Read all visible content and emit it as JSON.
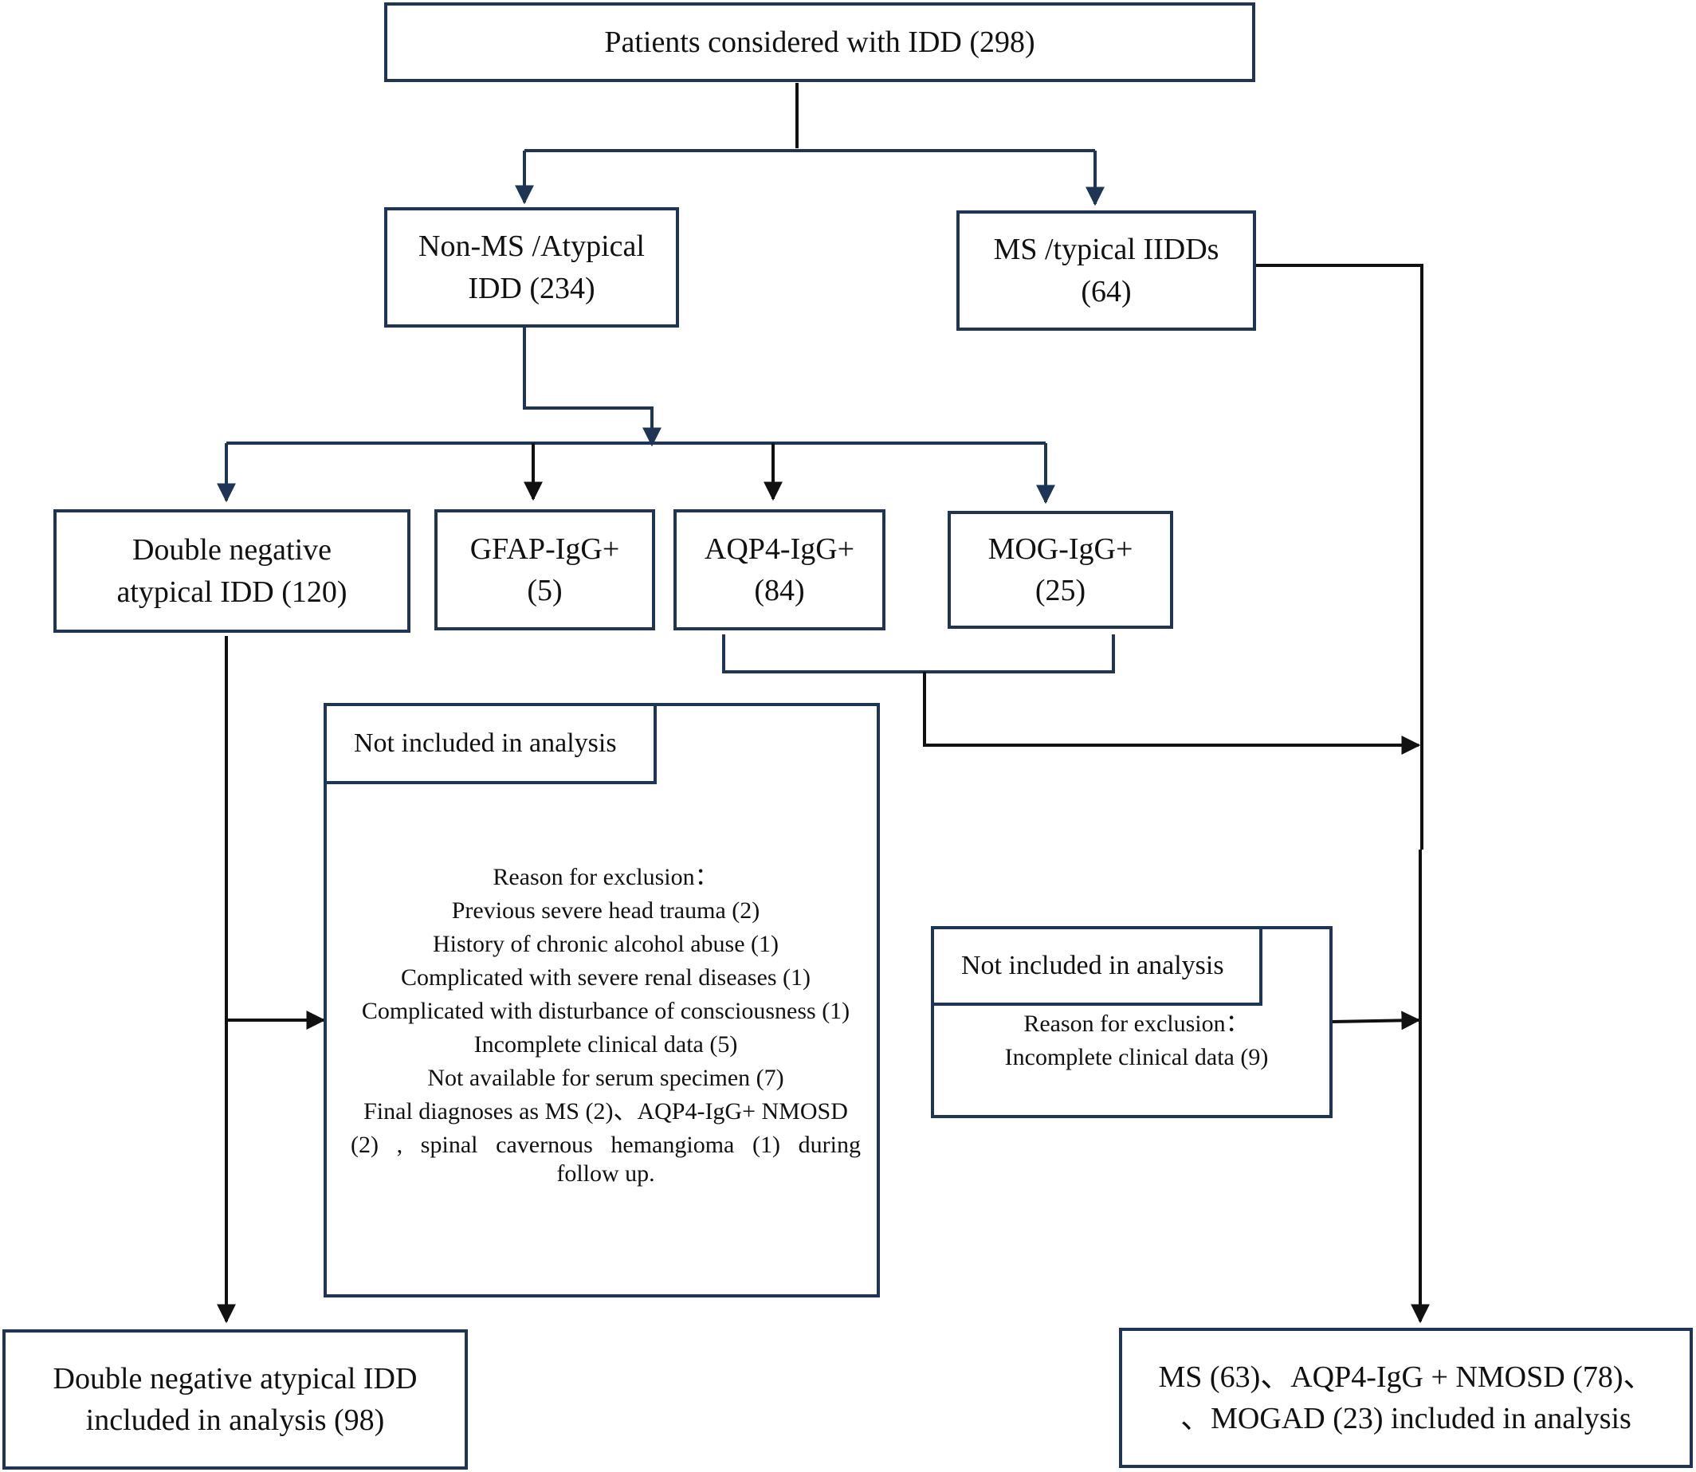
{
  "colors": {
    "box_border": "#1f3556",
    "arrow": "#111111",
    "arrow_dark_blue": "#1f3556"
  },
  "top": {
    "label": "Patients considered with IDD (298)"
  },
  "non_ms": {
    "line1": "Non-MS /Atypical",
    "line2": "IDD (234)"
  },
  "ms": {
    "line1": "MS /typical IIDDs",
    "line2": "(64)"
  },
  "double_negative": {
    "line1": "Double negative",
    "line2": "atypical IDD (120)"
  },
  "gfap": {
    "line1": "GFAP-IgG+",
    "line2": "(5)"
  },
  "aqp4": {
    "line1": "AQP4-IgG+",
    "line2": "(84)"
  },
  "mog": {
    "line1": "MOG-IgG+",
    "line2": "(25)"
  },
  "exclusion_left": {
    "header": "Not included in analysis",
    "reasons": [
      "Reason for exclusion：",
      "Previous severe head trauma (2)",
      "History of chronic alcohol abuse (1)",
      "Complicated with severe renal diseases (1)",
      "Complicated with disturbance of consciousness (1)",
      "Incomplete clinical data (5)",
      "Not available for serum specimen (7)",
      "Final diagnoses as MS (2)、AQP4-IgG+ NMOSD",
      "(2) , spinal cavernous hemangioma (1) during",
      "follow up."
    ]
  },
  "exclusion_right": {
    "header": "Not included in analysis",
    "reasons": [
      "Reason for exclusion：",
      "Incomplete clinical data (9)"
    ]
  },
  "final_left": {
    "line1": "Double negative atypical IDD",
    "line2": "included in analysis (98)"
  },
  "final_right": {
    "line1": "MS (63)、AQP4-IgG + NMOSD (78)、",
    "line2": "、MOGAD (23) included in analysis"
  }
}
